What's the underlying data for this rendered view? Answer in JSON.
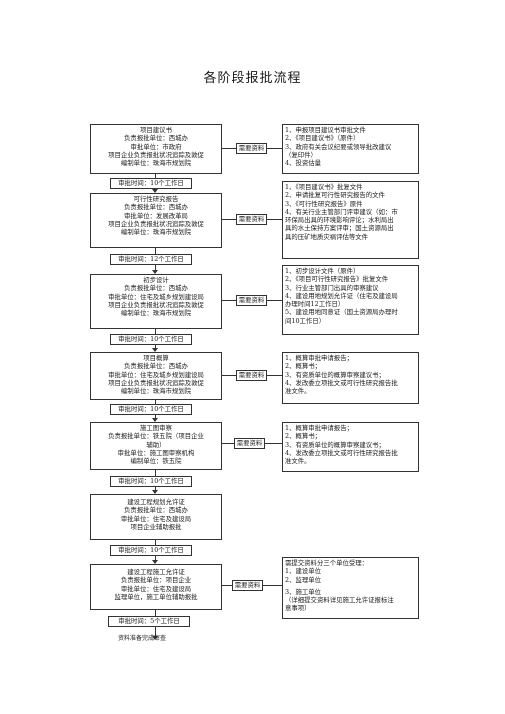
{
  "title": "各阶段报批流程",
  "need_label": "需要资料",
  "stages": [
    {
      "lines": [
        "项目建议书",
        "负责报批单位：西城办",
        "审批单位：市政府",
        "项目企业负责报批状况追踪及敦促",
        "编制单位：珠海市规划院"
      ],
      "requirements": [
        "1、申报项目建议书审批文件",
        "2、《项目建议书》（原件）",
        "3、政府有关会议纪要或领导批改建议",
        "（复印件）",
        "4、投资估量"
      ],
      "time": "审批时间：10个工作日"
    },
    {
      "lines": [
        "可行性研究报告",
        "负责报批单位：西城办",
        "审批单位：发展改革局",
        "项目企业负责报批状况追踪及敦促",
        "编制单位：珠海市规划院"
      ],
      "requirements": [
        "1、《项目建议书》批复文件",
        "2、申请批复可行性研究报告的文件",
        "3、《可行性研究报告》原件",
        "4、有关行业主管部门评审建议（如：市",
        "环保局出具的环境影响评论；水利局出",
        "具的水土保持方案评审；国土资源局出",
        "具的压矿地质灾祸评估等文件"
      ],
      "time": "审批时间：12个工作日"
    },
    {
      "lines": [
        "初步设计",
        "负责报批单位：西城办",
        "审批单位：住宅及城乡规划建设局",
        "项目企业负责报批状况追踪及敦促",
        "编制单位：珠海市规划院"
      ],
      "requirements": [
        "1、初步设计文件（原件）",
        "2、《项目可行性研究报告》批复文件",
        "3、行业主管部门出具的审察建议",
        "4、建设用地规划允许证（住宅及建设局",
        "办理时间12工作日）",
        "5、建设用地同意证（国土资源局办理时",
        "间10工作日）"
      ],
      "time": "审批时间：10个工作日"
    },
    {
      "lines": [
        "项目概算",
        "负责报批单位：西城办",
        "审批单位：住宅及城乡规划建设局",
        "项目企业负责报批状况追踪及敦促",
        "编制单位：珠海市规划院"
      ],
      "requirements": [
        "1、概算审批申请报告；",
        "2、概算书；",
        "3、有资质单位的概算审察建议书；",
        "4、发改委立项批文或可行性研究报告批",
        "准文件。"
      ],
      "time": "审批时间：10个工作日"
    },
    {
      "lines": [
        "施工图审察",
        "负责报批单位：铁五院（项目企业",
        "辅助）",
        "审批单位：施工图审察机构",
        "编制单位：铁五院"
      ],
      "requirements": [
        "1、概算审批申请报告；",
        "2、概算书；",
        "3、有资质单位的概算审察建议书；",
        "4、发改委立项批文或可行性研究报告批",
        "准文件。"
      ],
      "time": "审批时间：10个工作日"
    },
    {
      "lines": [
        "建设工程规划允许证",
        "负责报批单位：西城办",
        "审批单位：住宅及建设局",
        "项目企业辅助报批"
      ],
      "requirements": [],
      "time": "审批时间：10个工作日"
    },
    {
      "lines": [
        "建设工程施工允许证",
        "负责报批单位：项目企业",
        "审批单位：住宅及建设局",
        "监理单位，施工单位辅助报批"
      ],
      "requirements": [
        "需提交资料分三个单位受理：",
        "1、建设单位",
        "2、监理单位",
        "",
        "3、施工单位",
        "（详细提交资料详见施工允许证报标注",
        "意事项）"
      ],
      "time": "审批时间：5个工作日"
    }
  ],
  "finish_label": "资料准备完成审查"
}
